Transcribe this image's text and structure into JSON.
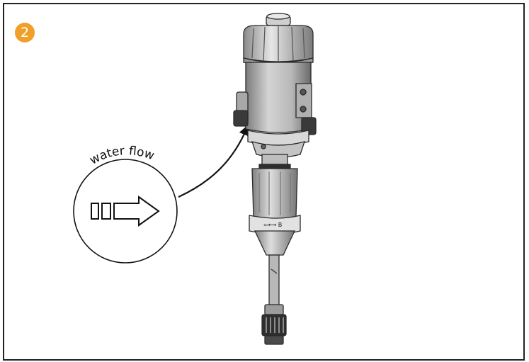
{
  "step": {
    "number": "2",
    "badge_color": "#f0a028"
  },
  "flow_symbol": {
    "label": "water flow",
    "icon": "flow-direction-arrow-icon"
  },
  "device": {
    "icon": "dosing-pump-icon",
    "inlet_marking": "⇦⟷ B"
  }
}
